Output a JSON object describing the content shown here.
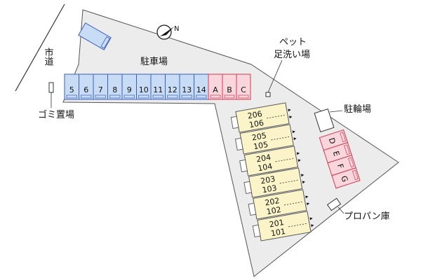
{
  "colors": {
    "lot_fill": "#ececec",
    "lot_stroke": "#555555",
    "parking_blue_fill": "#c8dcf6",
    "parking_blue_stroke": "#3a5fc0",
    "parking_pink_fill": "#f9d6dc",
    "parking_pink_stroke": "#d23a52",
    "unit_fill": "#fbf4c8",
    "unit_stroke": "#555555"
  },
  "labels": {
    "city_road": "市道",
    "parking_lot": "駐車場",
    "garbage": "ゴミ置場",
    "pet_wash_line1": "ペット",
    "pet_wash_line2": "足洗い場",
    "bicycle_parking": "駐輪場",
    "propane": "プロパン庫"
  },
  "north_symbol": "N",
  "parking_blue": [
    "5",
    "6",
    "7",
    "8",
    "9",
    "10",
    "11",
    "12",
    "13",
    "14"
  ],
  "parking_pink": [
    "A",
    "B",
    "C"
  ],
  "bike_slots": [
    "D",
    "E",
    "F",
    "G"
  ],
  "units": [
    {
      "upper": "206",
      "lower": "106"
    },
    {
      "upper": "205",
      "lower": "105"
    },
    {
      "upper": "204",
      "lower": "104"
    },
    {
      "upper": "203",
      "lower": "103"
    },
    {
      "upper": "202",
      "lower": "102"
    },
    {
      "upper": "201",
      "lower": "101"
    }
  ]
}
